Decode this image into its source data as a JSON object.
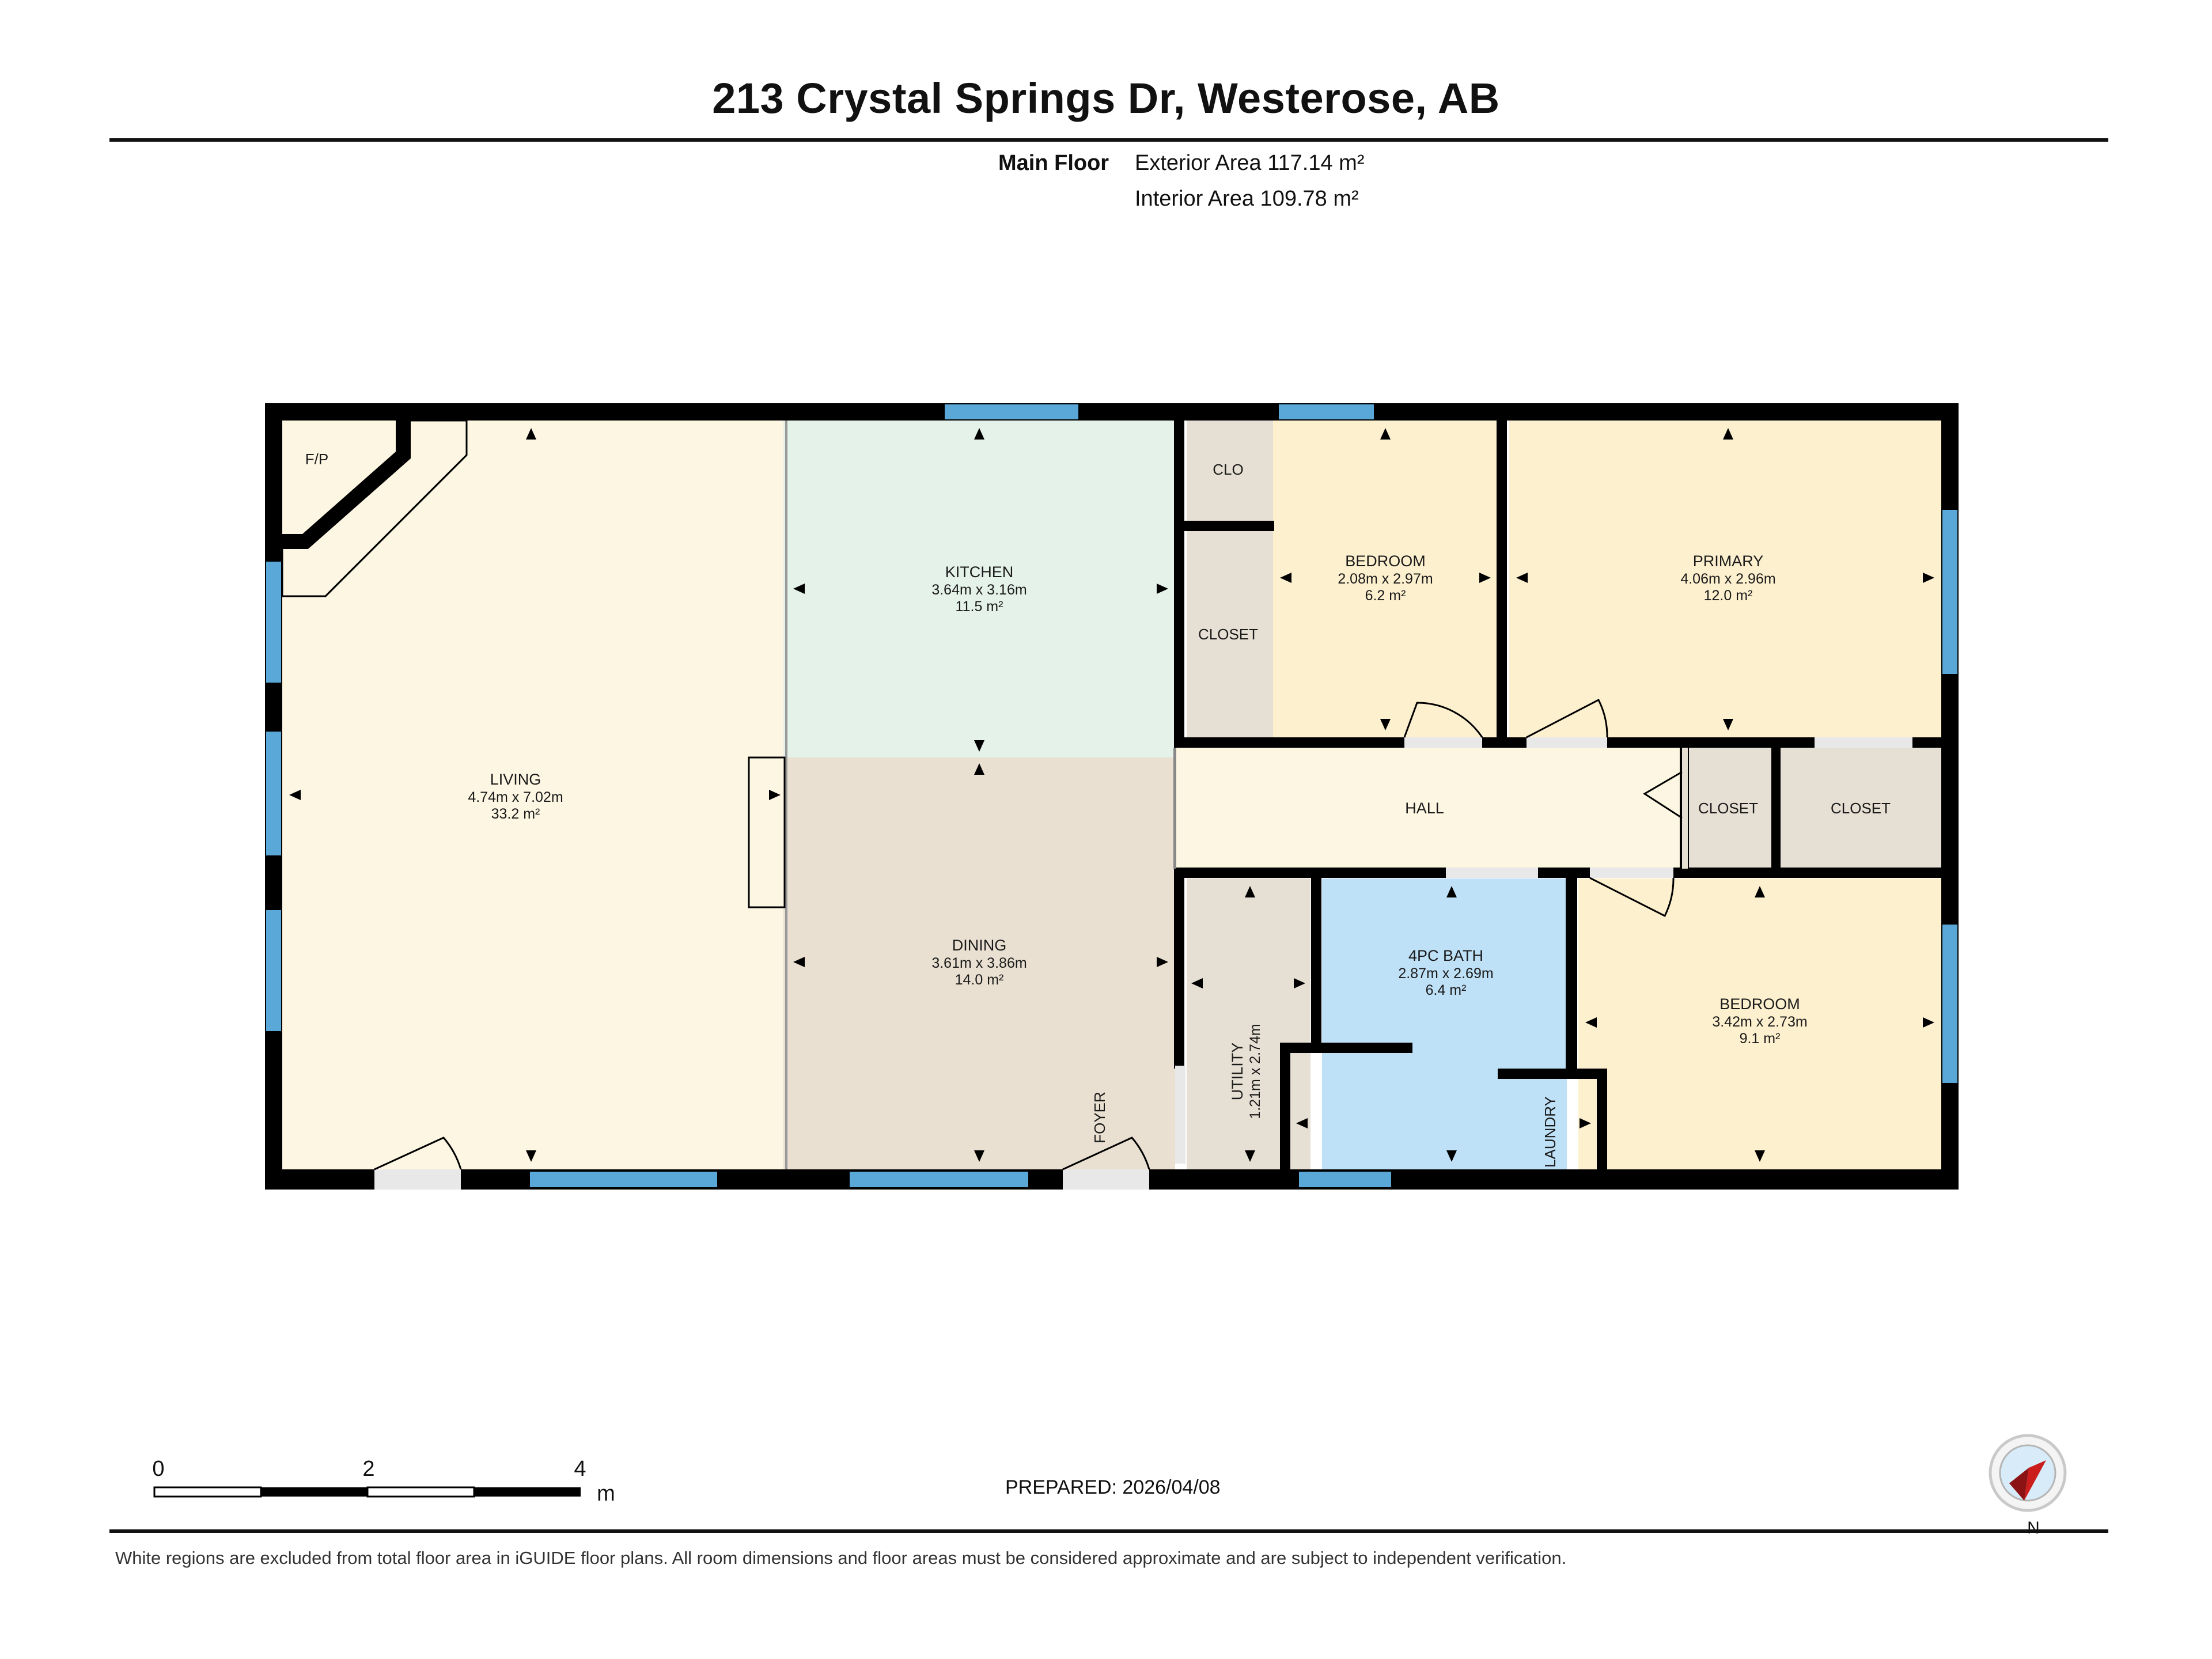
{
  "header": {
    "title": "213 Crystal Springs Dr, Westerose, AB",
    "floor_label": "Main Floor",
    "exterior_area": "Exterior Area 117.14 m²",
    "interior_area": "Interior Area 109.78 m²"
  },
  "rooms": {
    "living": {
      "name": "LIVING",
      "dims": "4.74m x 7.02m",
      "area": "33.2 m²"
    },
    "kitchen": {
      "name": "KITCHEN",
      "dims": "3.64m x 3.16m",
      "area": "11.5 m²"
    },
    "dining": {
      "name": "DINING",
      "dims": "3.61m x 3.86m",
      "area": "14.0 m²"
    },
    "bedroom1": {
      "name": "BEDROOM",
      "dims": "2.08m x 2.97m",
      "area": "6.2 m²"
    },
    "primary": {
      "name": "PRIMARY",
      "dims": "4.06m x 2.96m",
      "area": "12.0 m²"
    },
    "bath": {
      "name": "4PC BATH",
      "dims": "2.87m x 2.69m",
      "area": "6.4 m²"
    },
    "bedroom2": {
      "name": "BEDROOM",
      "dims": "3.42m x 2.73m",
      "area": "9.1 m²"
    },
    "utility": {
      "name": "UTILITY",
      "dims": "1.21m x 2.74m"
    },
    "hall": {
      "name": "HALL"
    },
    "foyer": {
      "name": "FOYER"
    },
    "laundry": {
      "name": "LAUNDRY"
    },
    "fireplace": {
      "name": "F/P"
    },
    "clo": {
      "name": "CLO"
    },
    "closet_a": {
      "name": "CLOSET"
    },
    "closet_b": {
      "name": "CLOSET"
    },
    "closet_c": {
      "name": "CLOSET"
    }
  },
  "scale_bar": {
    "tick0": "0",
    "tick2": "2",
    "tick4": "4",
    "unit": "m"
  },
  "compass": {
    "label": "N"
  },
  "footer": {
    "prepared": "PREPARED: 2026/04/08",
    "disclaimer": "White regions are excluded from total floor area in iGUIDE floor plans. All room dimensions and floor areas must be considered approximate and are subject to independent verification."
  },
  "colors": {
    "living": "#fdf6e3",
    "kitchen": "#e5f2ea",
    "dining": "#e9e0d1",
    "bedroom": "#fdf0cf",
    "bath": "#bfe1f7",
    "closet": "#e6dfd3",
    "hall": "#fcf6e2",
    "wall": "#000000",
    "window": "#5aa8d8"
  }
}
